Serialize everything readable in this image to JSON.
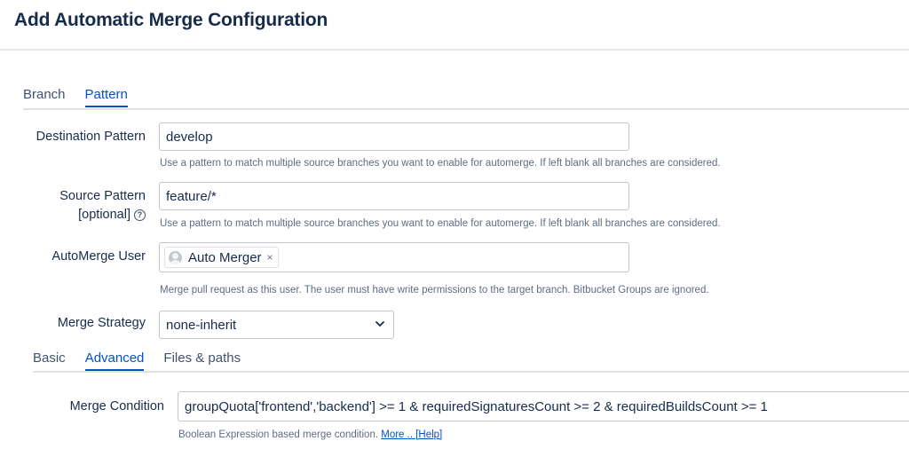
{
  "header": {
    "title": "Add Automatic Merge Configuration"
  },
  "top_tabs": [
    {
      "label": "Branch",
      "active": false
    },
    {
      "label": "Pattern",
      "active": true
    }
  ],
  "form": {
    "destination_pattern": {
      "label": "Destination Pattern",
      "value": "develop",
      "help": "Use a pattern to match multiple source branches you want to enable for automerge. If left blank all branches are considered."
    },
    "source_pattern": {
      "label_line1": "Source Pattern",
      "label_line2": "[optional]",
      "value": "feature/*",
      "help": "Use a pattern to match multiple source branches you want to enable for automerge. If left blank all branches are considered."
    },
    "automerge_user": {
      "label": "AutoMerge User",
      "user_name": "Auto Merger",
      "remove_glyph": "×",
      "help": "Merge pull request as this user. The user must have write permissions to the target branch. Bitbucket Groups are ignored."
    },
    "merge_strategy": {
      "label": "Merge Strategy",
      "selected": "none-inherit"
    }
  },
  "sub_tabs": [
    {
      "label": "Basic",
      "active": false
    },
    {
      "label": "Advanced",
      "active": true
    },
    {
      "label": "Files & paths",
      "active": false
    }
  ],
  "advanced": {
    "merge_condition": {
      "label": "Merge Condition",
      "value": "groupQuota['frontend','backend'] >= 1 & requiredSignaturesCount >= 2 & requiredBuildsCount >= 1",
      "help": "Boolean Expression based merge condition.",
      "more_link": "More .. [Help]"
    }
  },
  "colors": {
    "accent": "#0052cc",
    "text": "#172b4d",
    "muted": "#5e6c84",
    "border": "#c1c7d0"
  },
  "icons": [
    "question-circle-icon",
    "user-avatar-icon",
    "remove-icon",
    "chevron-down-icon"
  ]
}
